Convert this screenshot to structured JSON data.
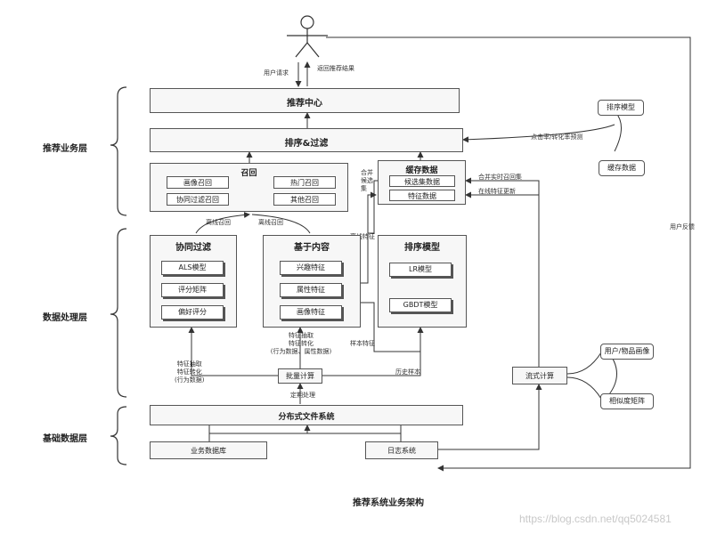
{
  "user": {
    "request": "用户请求",
    "result": "返回推荐结果",
    "feedback": "用户反馈"
  },
  "layers": {
    "business": "推荐业务层",
    "processing": "数据处理层",
    "base": "基础数据层"
  },
  "top": {
    "center": "推荐中心",
    "sort_filter": "排序&过滤"
  },
  "right_models": {
    "sort_model": "排序模型",
    "cache_data": "缓存数据",
    "ctr": "点击率/转化率预测"
  },
  "recall": {
    "title": "召回",
    "items": [
      "画像召回",
      "热门召回",
      "协同过滤召回",
      "其他召回"
    ]
  },
  "cache": {
    "title": "缓存数据",
    "items": [
      "候选集数据",
      "特征数据"
    ],
    "merge_label": "合并\n候选集",
    "merge_realtime": "合并实时召回集",
    "online_update": "在线特征更新"
  },
  "offline": {
    "recall_left": "离线召回",
    "recall_right": "离线召回",
    "feature": "离线特征",
    "sample": "样本特征",
    "history": "历史样本"
  },
  "cf": {
    "title": "协同过滤",
    "items": [
      "ALS模型",
      "评分矩阵",
      "偏好评分"
    ]
  },
  "content": {
    "title": "基于内容",
    "items": [
      "兴趣特征",
      "属性特征",
      "画像特征"
    ]
  },
  "rank": {
    "title": "排序模型",
    "items": [
      "LR模型",
      "GBDT模型"
    ]
  },
  "batch": {
    "label": "批量计算",
    "left_note": "特征抽取\n特征转化\n(行为数据)",
    "mid_note": "特征抽取\n特征转化\n(行为数据、属性数据)",
    "timing": "定期处理"
  },
  "stream": {
    "label": "流式计算",
    "user_item": "用户/物品画像",
    "similarity": "相似度矩阵"
  },
  "base": {
    "dfs": "分布式文件系统",
    "db": "业务数据库",
    "log": "日志系统"
  },
  "caption": "推荐系统业务架构",
  "watermark": "https://blog.csdn.net/qq5024581"
}
